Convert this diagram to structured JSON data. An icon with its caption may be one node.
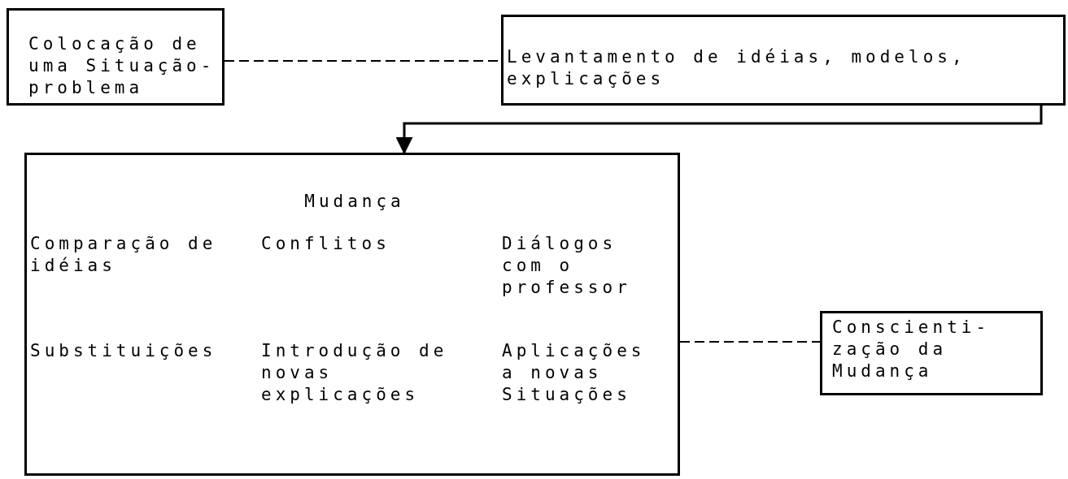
{
  "diagram": {
    "nodes": [
      {
        "text": [
          "Colocação de uma Situação-problema"
        ]
      },
      {
        "text": [
          "Levantamento de idéias, modelos, explicações"
        ]
      },
      {
        "text": [
          "Mudança",
          "Comparação de idéias",
          "Conflitos",
          "Diálogos com o professor",
          "Substituições",
          "Introdução de novas explicações",
          "Aplicações a novas Situações"
        ]
      },
      {
        "text": [
          "Conscienti- zação da Mudança"
        ]
      }
    ],
    "edges": [
      {
        "from": 0,
        "to": 1,
        "arrow": "none",
        "style": "dashed"
      },
      {
        "from": 1,
        "to": 2,
        "arrow": "to"
      },
      {
        "from": 2,
        "to": 3,
        "arrow": "none",
        "style": "dashed"
      }
    ]
  }
}
